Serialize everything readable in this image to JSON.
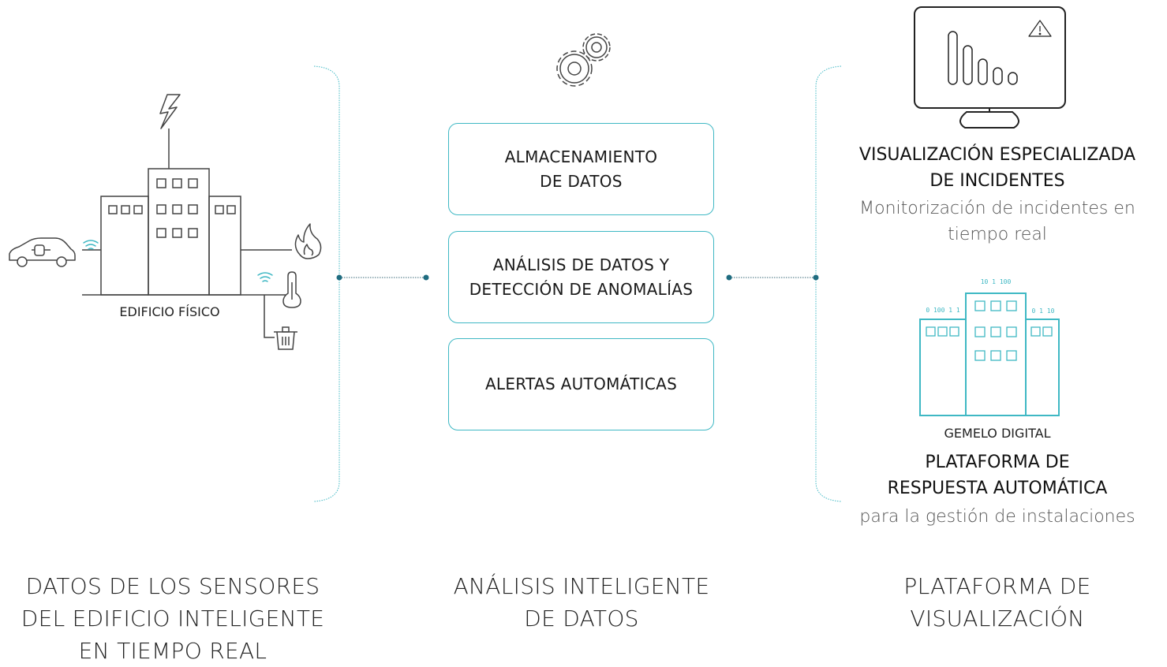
{
  "left": {
    "building_label": "EDIFICIO FÍSICO",
    "column_title": [
      "DATOS DE LOS SENSORES",
      "DEL EDIFICIO INTELIGENTE",
      "EN TIEMPO REAL"
    ],
    "icons": [
      "lightning-icon",
      "car-icon",
      "wifi-icon",
      "fire-icon",
      "thermometer-icon",
      "trash-icon"
    ]
  },
  "middle": {
    "boxes": [
      [
        "ALMACENAMIENTO",
        "DE DATOS"
      ],
      [
        "ANÁLISIS DE DATOS Y",
        "DETECCIÓN DE ANOMALÍAS"
      ],
      [
        "ALERTAS AUTOMÁTICAS"
      ]
    ],
    "column_title": [
      "ANÁLISIS INTELIGENTE",
      "DE DATOS"
    ],
    "icons": [
      "gears-icon"
    ]
  },
  "right": {
    "visualization": {
      "heading": [
        "VISUALIZACIÓN ESPECIALIZADA",
        "DE INCIDENTES"
      ],
      "subtitle": [
        "Monitorización de incidentes en",
        "tiempo real"
      ]
    },
    "twin": {
      "label": "GEMELO DIGITAL",
      "bits": [
        "10 1 100",
        "0 100 1 1",
        "0 1 10"
      ]
    },
    "response": {
      "heading": [
        "PLATAFORMA DE",
        "RESPUESTA AUTOMÁTICA"
      ],
      "subtitle": "para la gestión de instalaciones"
    },
    "column_title": [
      "PLATAFORMA DE",
      "VISUALIZACIÓN"
    ],
    "icons": [
      "monitor-icon",
      "warning-icon",
      "digital-twin-building-icon"
    ]
  },
  "colors": {
    "accent": "#3fb8c4",
    "line": "#444444",
    "text": "#1a1a1a"
  }
}
